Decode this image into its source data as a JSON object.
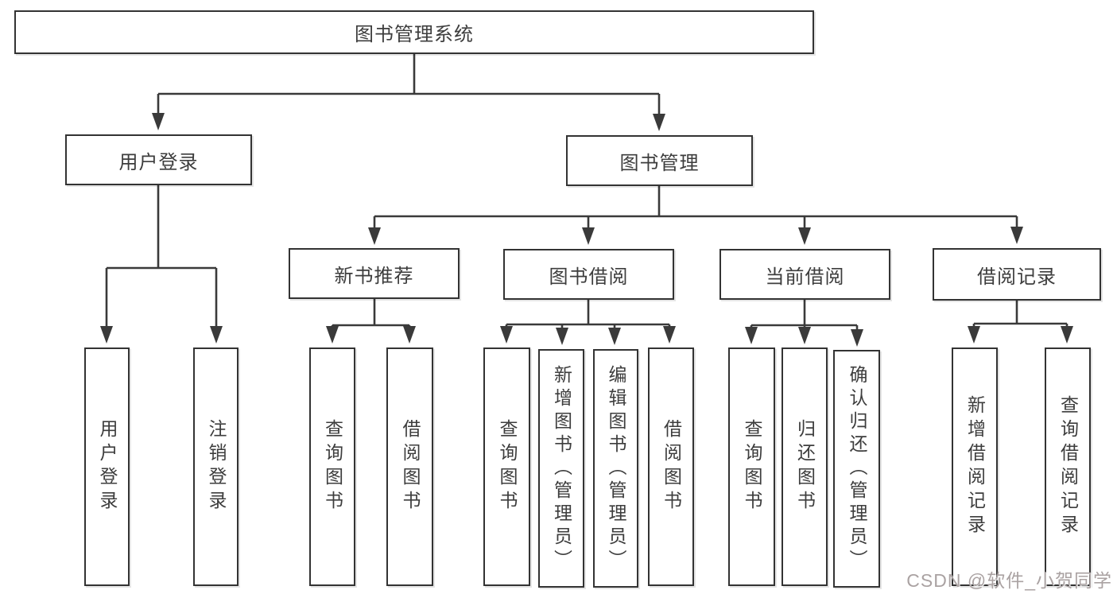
{
  "tree": {
    "root": {
      "label": "图书管理系统"
    },
    "branches": [
      {
        "label": "用户登录",
        "leaves": [
          {
            "label": "用户登录"
          },
          {
            "label": "注销登录"
          }
        ]
      },
      {
        "label": "图书管理",
        "children": [
          {
            "label": "新书推荐",
            "leaves": [
              {
                "label": "查询图书"
              },
              {
                "label": "借阅图书"
              }
            ]
          },
          {
            "label": "图书借阅",
            "leaves": [
              {
                "label": "查询图书"
              },
              {
                "label": "新增图书（管理员）"
              },
              {
                "label": "编辑图书（管理员）"
              },
              {
                "label": "借阅图书"
              }
            ]
          },
          {
            "label": "当前借阅",
            "leaves": [
              {
                "label": "查询图书"
              },
              {
                "label": "归还图书"
              },
              {
                "label": "确认归还（管理员）"
              }
            ]
          },
          {
            "label": "借阅记录",
            "leaves": [
              {
                "label": "新增借阅记录"
              },
              {
                "label": "查询借阅记录"
              }
            ]
          }
        ]
      }
    ]
  },
  "watermark": {
    "text": "CSDN @软件_小贺同学"
  },
  "colors": {
    "line": "#3a3a3a",
    "border": "#333333",
    "text": "#3d3d3d",
    "watermark": "#aaa2a2",
    "background": "#ffffff"
  }
}
